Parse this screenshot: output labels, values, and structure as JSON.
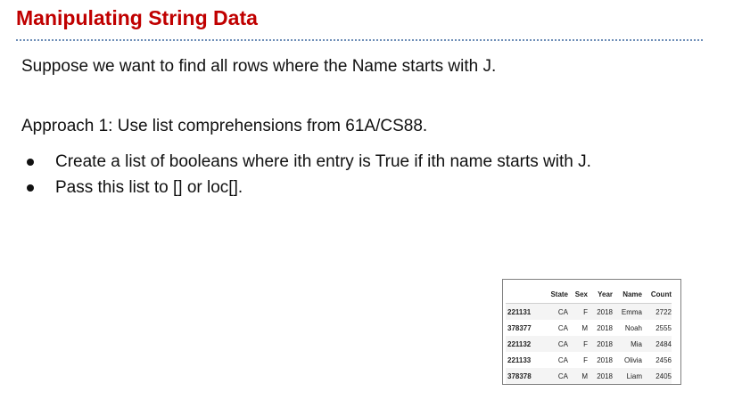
{
  "slide": {
    "title": "Manipulating String Data",
    "intro": "Suppose we want to find all rows where the Name starts with J.",
    "approach": "Approach 1: Use list comprehensions from 61A/CS88.",
    "bullets": [
      "Create a list of booleans where ith entry is True if ith name starts with J.",
      "Pass this list to [] or loc[]."
    ]
  },
  "table": {
    "columns": [
      "",
      "State",
      "Sex",
      "Year",
      "Name",
      "Count"
    ],
    "rows": [
      {
        "index": "221131",
        "state": "CA",
        "sex": "F",
        "year": "2018",
        "name": "Emma",
        "count": "2722"
      },
      {
        "index": "378377",
        "state": "CA",
        "sex": "M",
        "year": "2018",
        "name": "Noah",
        "count": "2555"
      },
      {
        "index": "221132",
        "state": "CA",
        "sex": "F",
        "year": "2018",
        "name": "Mia",
        "count": "2484"
      },
      {
        "index": "221133",
        "state": "CA",
        "sex": "F",
        "year": "2018",
        "name": "Olivia",
        "count": "2456"
      },
      {
        "index": "378378",
        "state": "CA",
        "sex": "M",
        "year": "2018",
        "name": "Liam",
        "count": "2405"
      }
    ]
  },
  "colors": {
    "title": "#c00000",
    "rule": "#6f8fb8",
    "text": "#111111"
  }
}
